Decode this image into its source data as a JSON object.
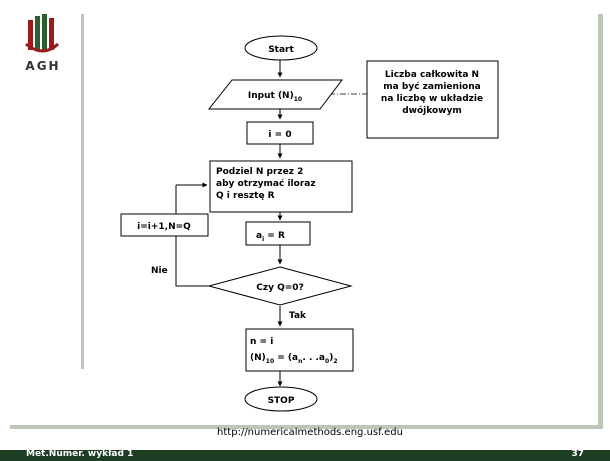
{
  "logo": {
    "name": "AGH"
  },
  "flowchart": {
    "start": "Start",
    "input_prefix": "Input  (N)",
    "input_sub": "10",
    "init": "i = 0",
    "divide_lines": [
      "Podziel  N  przez  2",
      "aby  otrzymać  iloraz",
      "Q i resztę R"
    ],
    "assign_prefix": "a",
    "assign_sub": "i",
    "assign_suffix": " = R",
    "decision": "Czy Q=0?",
    "no_label": "Nie",
    "yes_label": "Tak",
    "update": "i=i+1,N=Q",
    "result_line1": "n = i",
    "result_line2_parts": [
      "(N)",
      "10",
      " = (a",
      "n",
      ". . .a",
      "0",
      ")",
      "2"
    ],
    "stop": "STOP",
    "note_lines": [
      "Liczba całkowita N",
      "ma być zamieniona",
      "na liczbę w układzie",
      "dwójkowym"
    ]
  },
  "url": "http://numericalmethods.eng.usf.edu",
  "footer": {
    "left": "Met.Numer. wykład 1",
    "right": "37"
  },
  "colors": {
    "footer_bg": "#1f3f24",
    "rule": "#bcc7b8",
    "logo_red": "#9b1b1b",
    "logo_green": "#2f5f2f"
  }
}
